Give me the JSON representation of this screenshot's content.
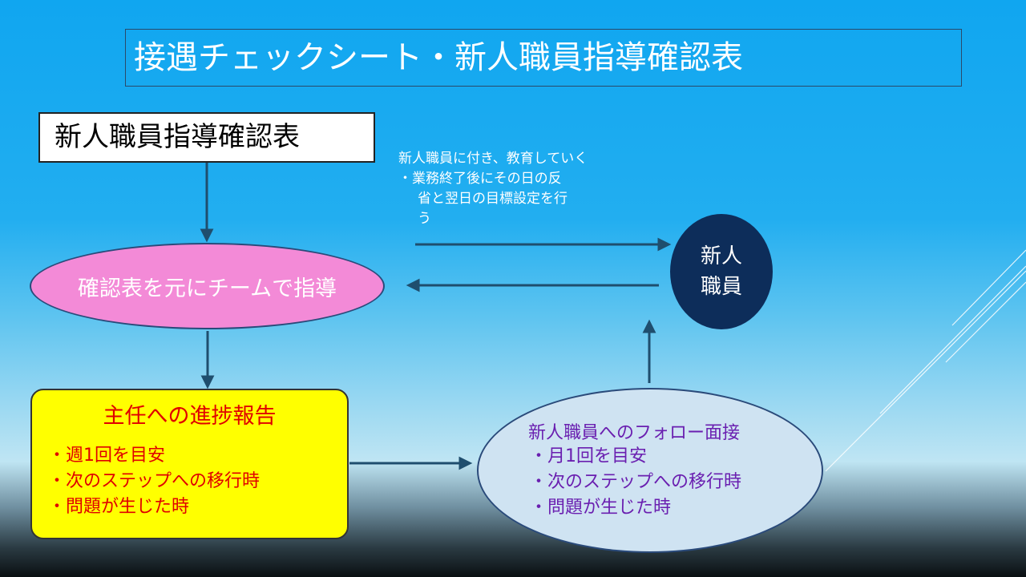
{
  "slide": {
    "title": "接遇チェックシート・新人職員指導確認表"
  },
  "nodes": {
    "doc_box": "新人職員指導確認表",
    "team_instruction": "確認表を元にチームで指導",
    "new_staff": [
      "新人",
      "職員"
    ],
    "chief_report": {
      "heading": "主任への進捗報告",
      "items": [
        "・週1回を目安",
        "・次のステップへの移行時",
        "・問題が生じた時"
      ]
    },
    "followup_interview": {
      "heading": "新人職員へのフォロー面接",
      "items": [
        "・月1回を目安",
        "・次のステップへの移行時",
        "・問題が生じた時"
      ]
    }
  },
  "annotation": {
    "lines": [
      "新人職員に付き、教育していく",
      "・業務終了後にその日の反",
      "省と翌日の目標設定を行",
      "う"
    ]
  },
  "colors": {
    "arrow": "#1f4e6e",
    "pink_fill": "#f38ad7",
    "navy_fill": "#0d2d5a",
    "yellow_fill": "#ffff00",
    "red_text": "#e00000",
    "blue_fill": "#cfe3f2",
    "purple_text": "#6a1fb0"
  }
}
